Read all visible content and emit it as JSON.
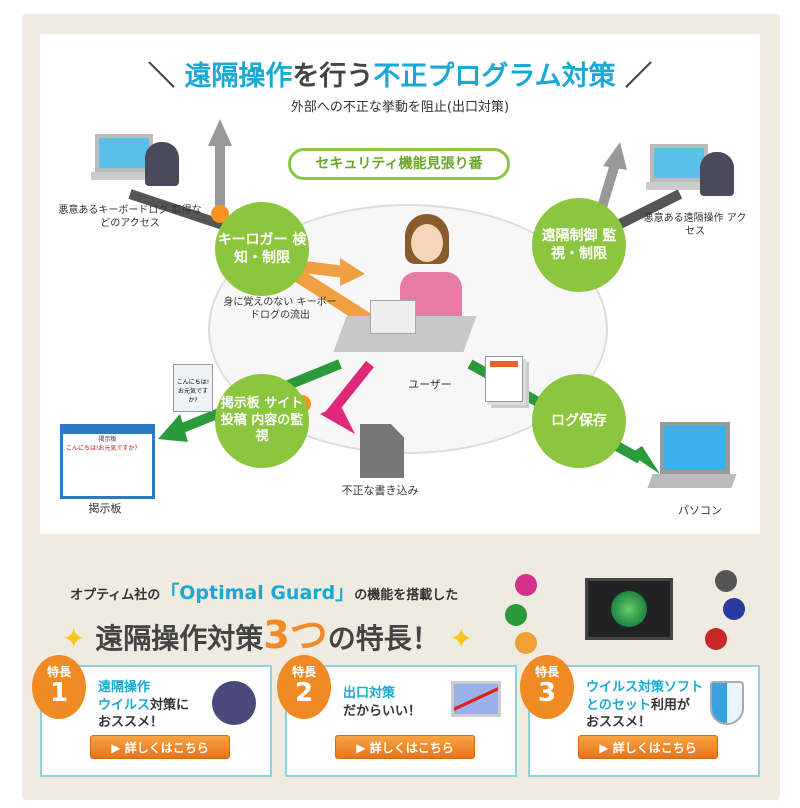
{
  "diagram": {
    "title_prefix": "遠隔操作",
    "title_mid": "を行う",
    "title_suffix": "不正プログラム対策",
    "subtitle": "外部への不正な挙動を阻止(出口対策)",
    "center_label": "セキュリティ機能見張り番",
    "nodes": {
      "keylogger": "キーロガー 検知・制限",
      "remote": "遠隔制御 監視・制限",
      "bbs": "掲示板 サイト投稿 内容の監視",
      "log": "ログ保存"
    },
    "labels": {
      "malicious_keylog": "悪意あるキーボードログ 取得などのアクセス",
      "malicious_remote": "悪意ある遠隔操作 アクセス",
      "keylog_leak": "身に覚えのない キーボードログの流出",
      "user": "ユーザー",
      "bad_write": "不正な書き込み",
      "bbs": "掲示板",
      "pc": "パソコン",
      "note": "こんにちは! お元気ですか?",
      "bbs_window_title": "掲示板",
      "bbs_window_first": "こんにちは!お元気ですか?"
    }
  },
  "promo": {
    "lead_prefix": "オプティム社の",
    "brand": "「Optimal Guard」",
    "lead_suffix": "の機能を搭載した",
    "headline_a": "遠隔操作対策",
    "headline_num": "3つ",
    "headline_b": "の特長！"
  },
  "features": [
    {
      "badge": "特長",
      "num": "1",
      "line1": "遠隔操作",
      "line2a": "ウイルス",
      "line2b": "対策に",
      "line3": "おススメ！",
      "button": "▶ 詳しくはこちら"
    },
    {
      "badge": "特長",
      "num": "2",
      "line1": "出口対策",
      "line2a": "",
      "line2b": "だからいい！",
      "line3": "",
      "button": "▶ 詳しくはこちら"
    },
    {
      "badge": "特長",
      "num": "3",
      "line1": "ウイルス対策ソフト",
      "line2a": "とのセット",
      "line2b": "利用が",
      "line3": "おススメ！",
      "button": "▶ 詳しくはこちら"
    }
  ]
}
